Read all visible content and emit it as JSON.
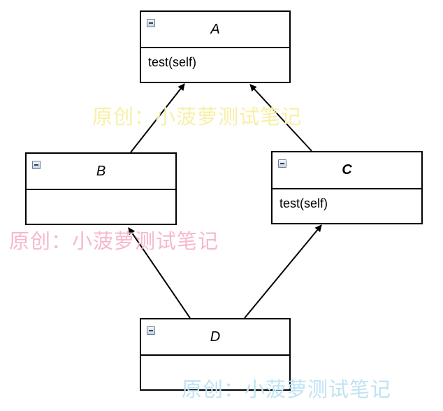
{
  "classes": {
    "A": {
      "name": "A",
      "methods": [
        "test(self)"
      ]
    },
    "B": {
      "name": "B",
      "methods": []
    },
    "C": {
      "name": "C",
      "methods": [
        "test(self)"
      ]
    },
    "D": {
      "name": "D",
      "methods": []
    }
  },
  "inheritance": [
    {
      "from": "B",
      "to": "A"
    },
    {
      "from": "C",
      "to": "A"
    },
    {
      "from": "D",
      "to": "B"
    },
    {
      "from": "D",
      "to": "C"
    }
  ],
  "watermarks": [
    {
      "text": "原创：小菠萝测试笔记",
      "color": "#f7f0a6"
    },
    {
      "text": "原创：小菠萝测试笔记",
      "color": "#f7b7cf"
    },
    {
      "text": "原创：小菠萝测试笔记",
      "color": "#bfe3f3"
    }
  ]
}
